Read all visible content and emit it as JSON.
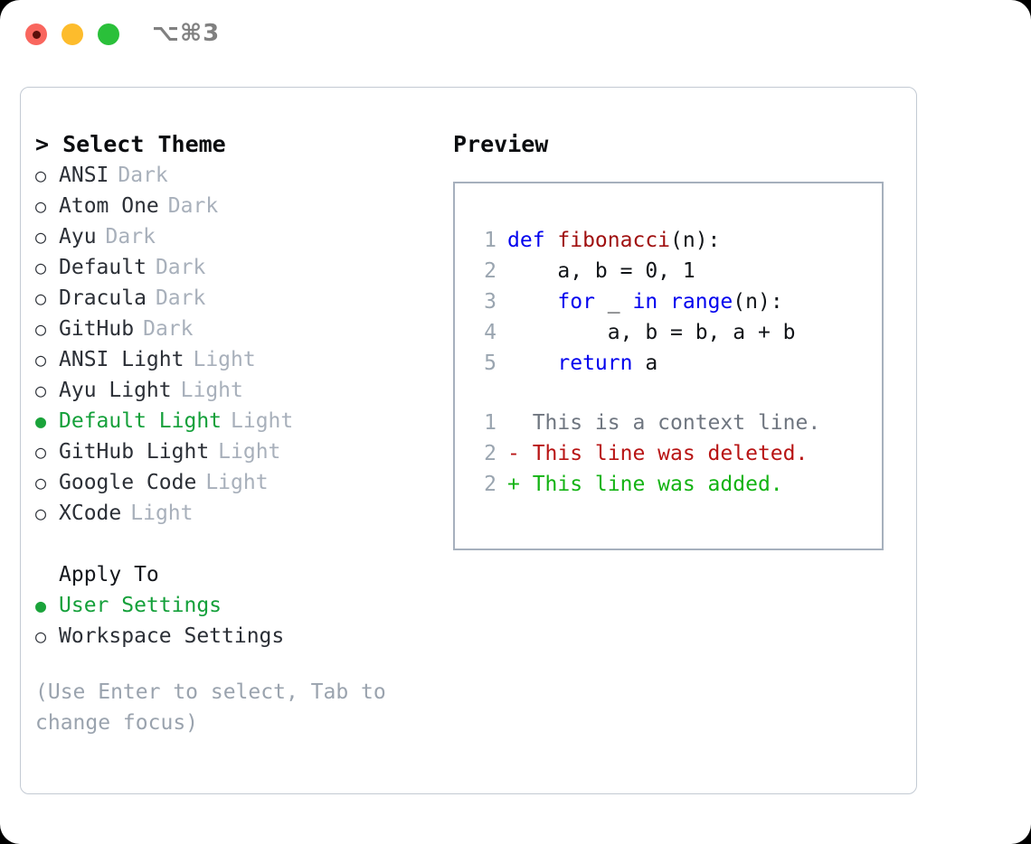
{
  "titlebar": {
    "shortcut": "⌥⌘3",
    "buttons": [
      {
        "name": "close",
        "color": "#f9665e"
      },
      {
        "name": "minimize",
        "color": "#fdbc2c"
      },
      {
        "name": "zoom",
        "color": "#2ac03a"
      }
    ]
  },
  "theme_picker": {
    "header": "> Select Theme",
    "marker_unselected": "○",
    "marker_selected": "●",
    "items": [
      {
        "name": "ANSI",
        "kind": "Dark",
        "selected": false
      },
      {
        "name": "Atom One",
        "kind": "Dark",
        "selected": false
      },
      {
        "name": "Ayu",
        "kind": "Dark",
        "selected": false
      },
      {
        "name": "Default",
        "kind": "Dark",
        "selected": false
      },
      {
        "name": "Dracula",
        "kind": "Dark",
        "selected": false
      },
      {
        "name": "GitHub",
        "kind": "Dark",
        "selected": false
      },
      {
        "name": "ANSI Light",
        "kind": "Light",
        "selected": false
      },
      {
        "name": "Ayu Light",
        "kind": "Light",
        "selected": false
      },
      {
        "name": "Default Light",
        "kind": "Light",
        "selected": true
      },
      {
        "name": "GitHub Light",
        "kind": "Light",
        "selected": false
      },
      {
        "name": "Google Code",
        "kind": "Light",
        "selected": false
      },
      {
        "name": "XCode",
        "kind": "Light",
        "selected": false
      }
    ]
  },
  "apply_to": {
    "title": "Apply To",
    "items": [
      {
        "name": "User Settings",
        "selected": true
      },
      {
        "name": "Workspace Settings",
        "selected": false
      }
    ]
  },
  "hint": "(Use Enter to select, Tab to change focus)",
  "preview": {
    "label": "Preview",
    "code": [
      {
        "ln": "1",
        "tokens": [
          {
            "t": "def ",
            "c": "kw"
          },
          {
            "t": "fibonacci",
            "c": "fn"
          },
          {
            "t": "(n):",
            "c": "plain"
          }
        ]
      },
      {
        "ln": "2",
        "tokens": [
          {
            "t": "    a, b = 0, 1",
            "c": "plain"
          }
        ]
      },
      {
        "ln": "3",
        "tokens": [
          {
            "t": "    ",
            "c": "plain"
          },
          {
            "t": "for",
            "c": "kw"
          },
          {
            "t": " _ ",
            "c": "plain"
          },
          {
            "t": "in",
            "c": "kw"
          },
          {
            "t": " ",
            "c": "plain"
          },
          {
            "t": "range",
            "c": "kw"
          },
          {
            "t": "(n):",
            "c": "plain"
          }
        ]
      },
      {
        "ln": "4",
        "tokens": [
          {
            "t": "        a, b = b, a + b",
            "c": "plain"
          }
        ]
      },
      {
        "ln": "5",
        "tokens": [
          {
            "t": "    ",
            "c": "plain"
          },
          {
            "t": "return",
            "c": "kw"
          },
          {
            "t": " a",
            "c": "plain"
          }
        ]
      }
    ],
    "diff": [
      {
        "ln": "1",
        "sign": " ",
        "text": " This is a context line.",
        "kind": "ctx"
      },
      {
        "ln": "2",
        "sign": "-",
        "text": " This line was deleted.",
        "kind": "del"
      },
      {
        "ln": "2",
        "sign": "+",
        "text": " This line was added.",
        "kind": "add"
      }
    ]
  },
  "colors": {
    "selected_green": "#14a03a",
    "muted_gray": "#a8b0bb",
    "hint_gray": "#9aa3ae",
    "keyword_blue": "#0000ee",
    "function_red": "#a01010",
    "diff_delete": "#b81414",
    "diff_add": "#13b313",
    "panel_border": "#c3cad3",
    "preview_border": "#a6b0bd"
  }
}
